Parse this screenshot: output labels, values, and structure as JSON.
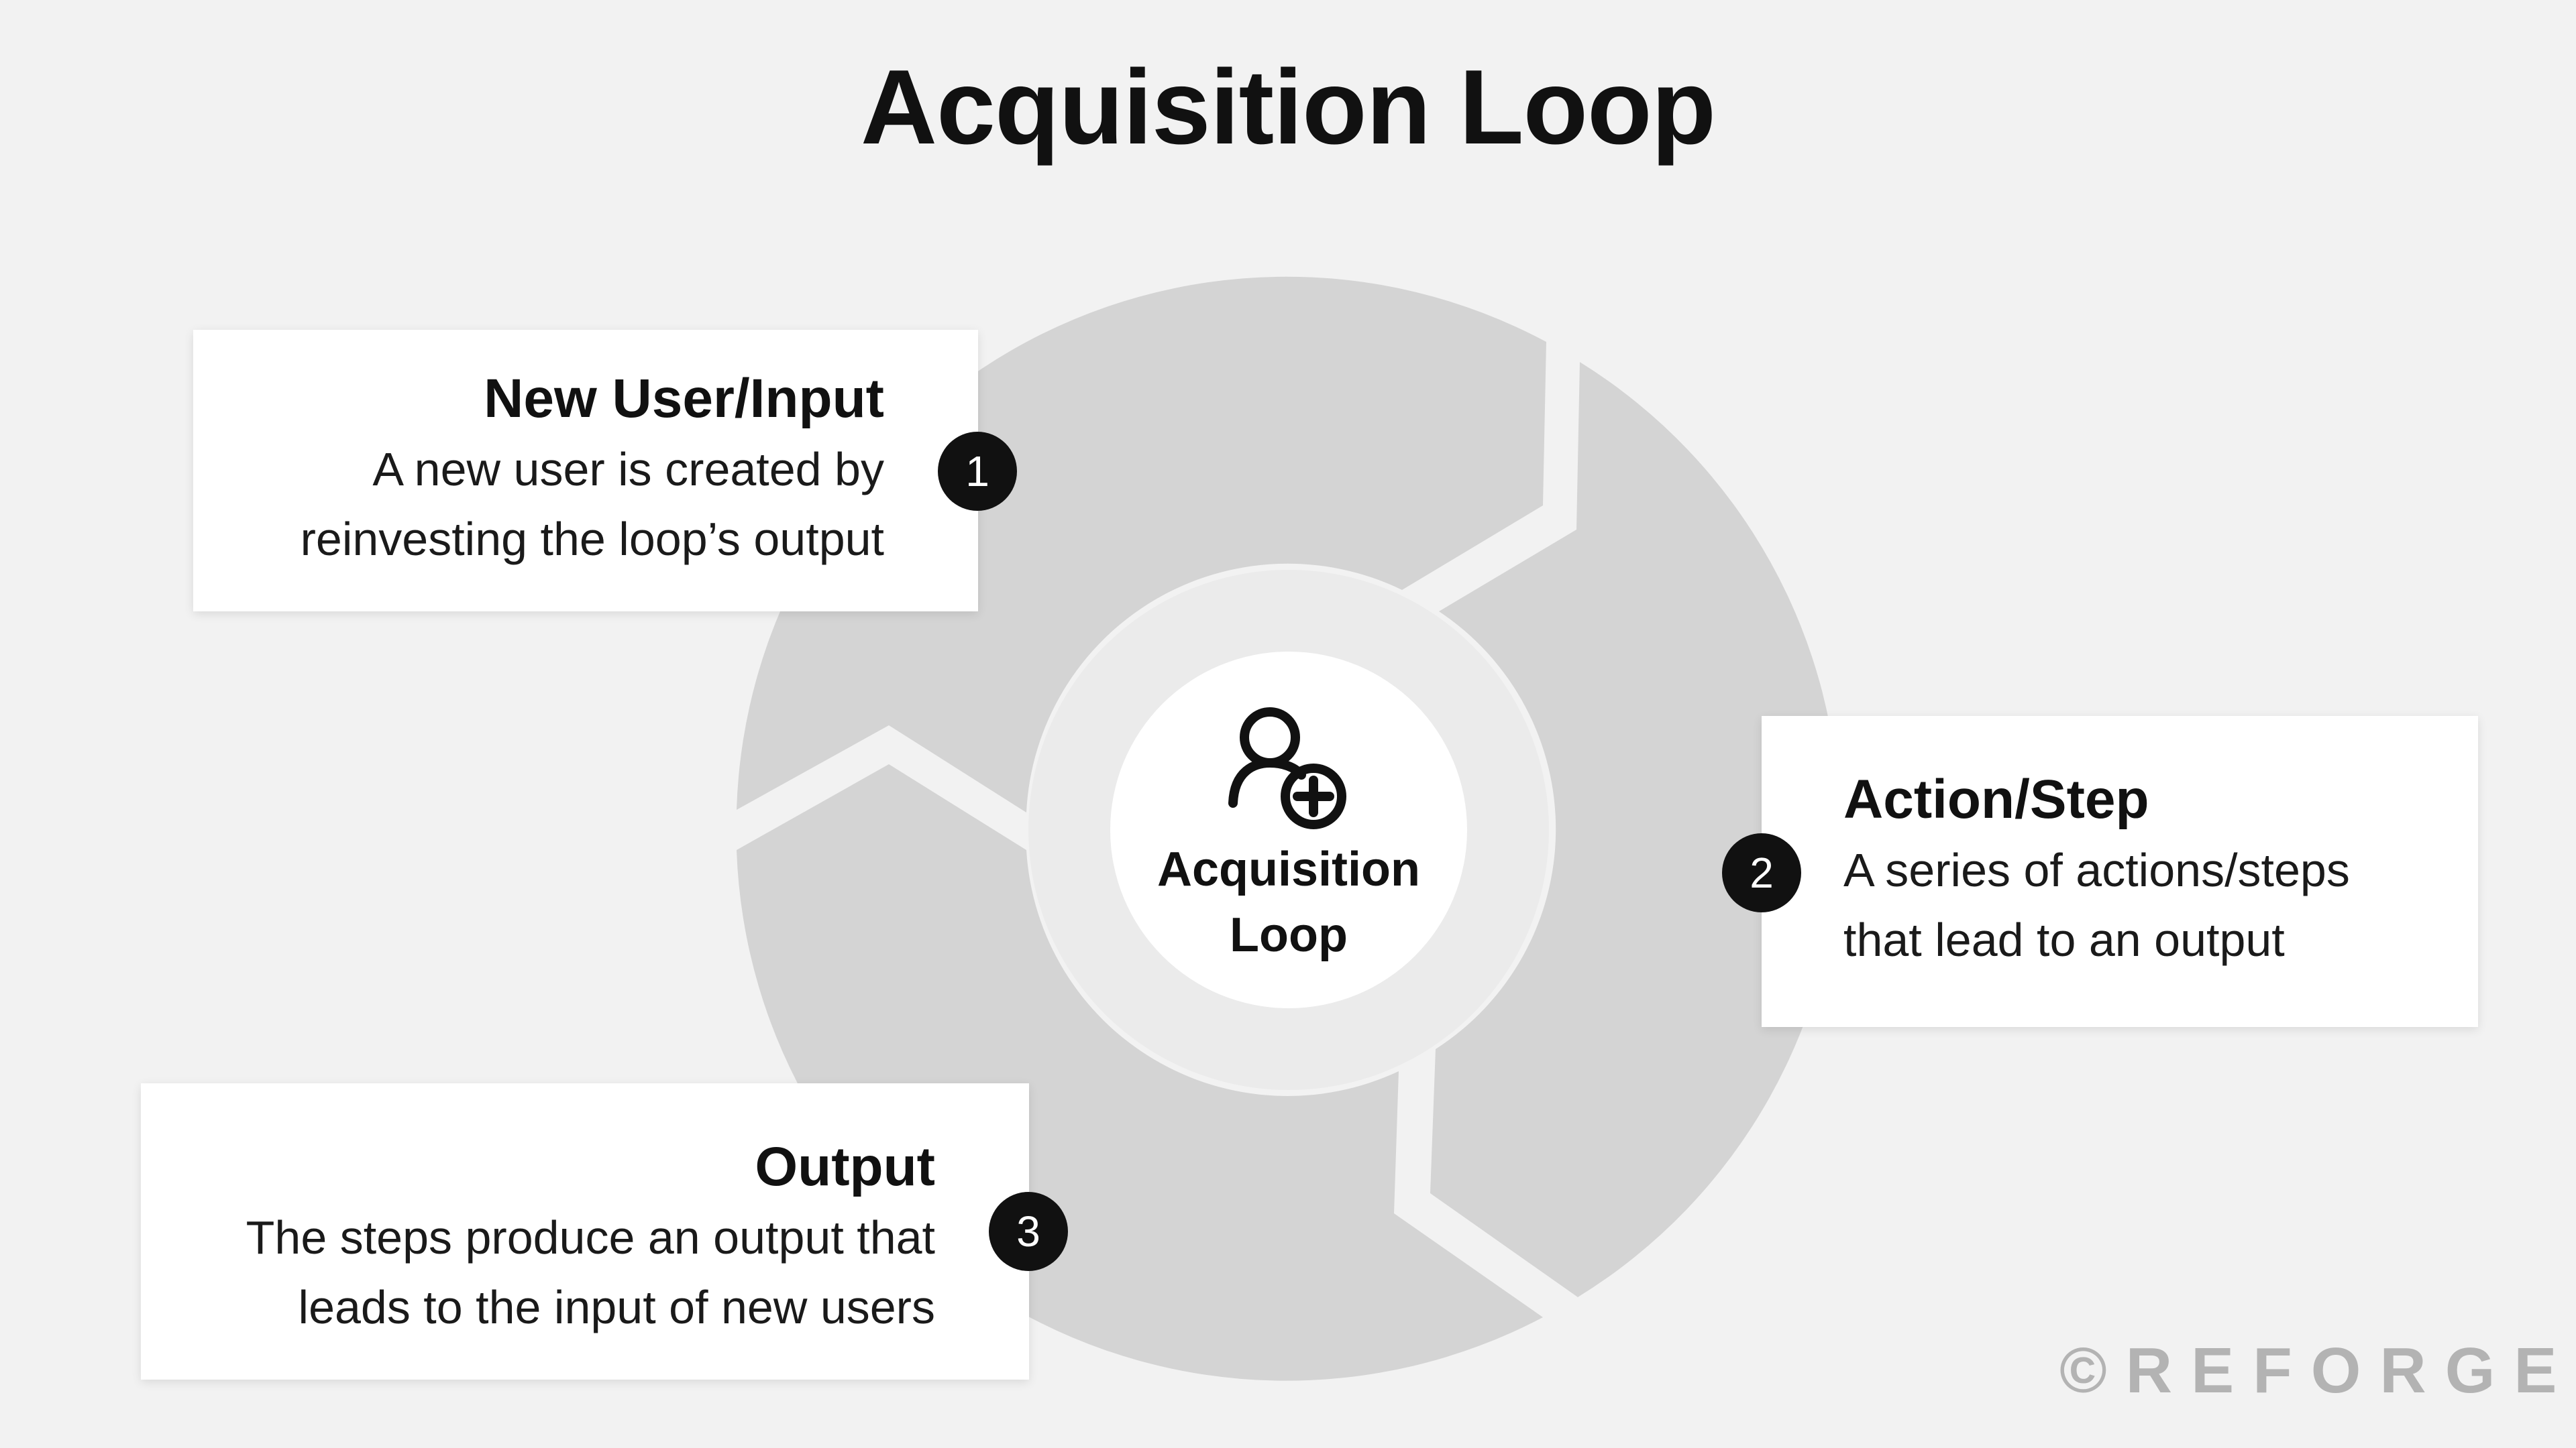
{
  "title": "Acquisition Loop",
  "center": {
    "label_line1": "Acquisition",
    "label_line2": "Loop",
    "icon": "user-add-icon"
  },
  "steps": [
    {
      "number": "1",
      "title": "New User/Input",
      "desc_line1": "A new user is created by",
      "desc_line2": "reinvesting the loop’s output"
    },
    {
      "number": "2",
      "title": "Action/Step",
      "desc_line1": "A series of actions/steps",
      "desc_line2": "that lead to an output"
    },
    {
      "number": "3",
      "title": "Output",
      "desc_line1": "The steps produce an output that",
      "desc_line2": "leads to the input of new users"
    }
  ],
  "watermark": "©REFORGE",
  "colors": {
    "background": "#f2f2f2",
    "ring": "#d4d4d4",
    "inner_ring": "#ebebeb",
    "card": "#ffffff",
    "badge": "#111111",
    "text": "#111111",
    "watermark": "#b3b3b3"
  }
}
